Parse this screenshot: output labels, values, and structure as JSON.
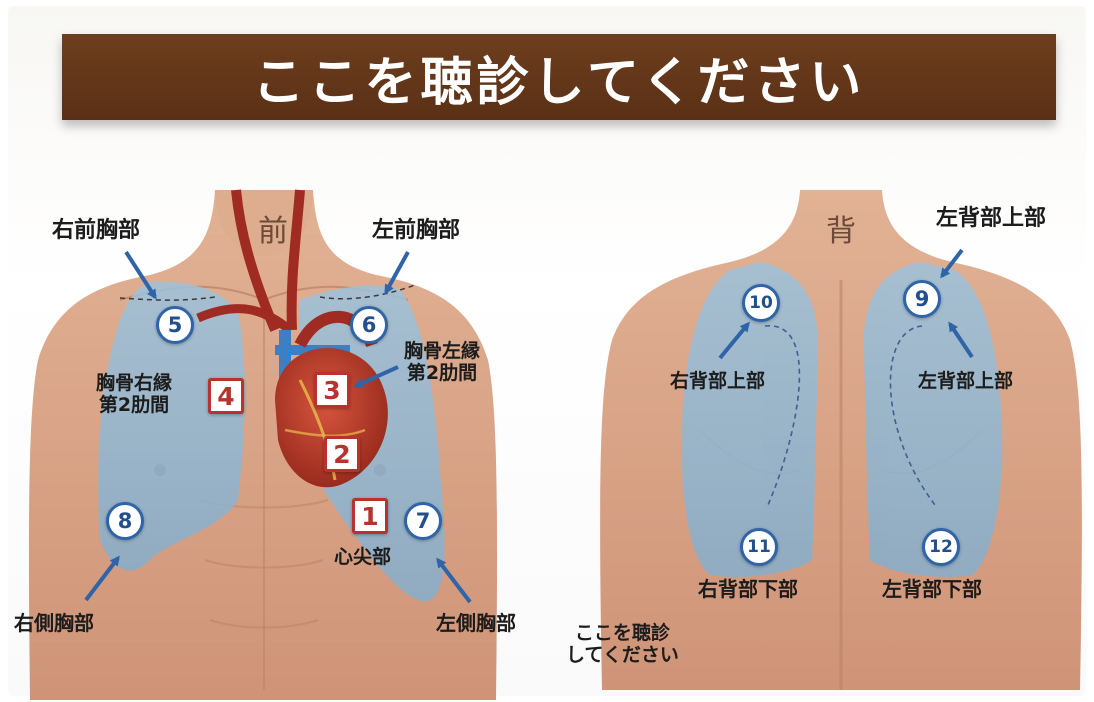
{
  "title": "ここを聴診してください",
  "views": {
    "front": "前",
    "back": "背"
  },
  "front": {
    "labels": {
      "right_anterior_chest": "右前胸部",
      "left_anterior_chest": "左前胸部",
      "right_sternal_border_1": "胸骨右縁",
      "right_sternal_border_2": "第2肋間",
      "left_sternal_border_1": "胸骨左縁",
      "left_sternal_border_2": "第2肋間",
      "apex": "心尖部",
      "right_lateral_chest": "右側胸部",
      "left_lateral_chest": "左側胸部"
    },
    "heart_points": [
      "1",
      "2",
      "3",
      "4"
    ],
    "lung_points": [
      "5",
      "6",
      "7",
      "8"
    ]
  },
  "back": {
    "labels": {
      "left_upper_back_top": "左背部上部",
      "right_upper_back": "右背部上部",
      "left_upper_back": "左背部上部",
      "right_lower_back": "右背部下部",
      "left_lower_back": "左背部下部"
    },
    "lung_points": [
      "9",
      "10",
      "11",
      "12"
    ]
  },
  "footnote": {
    "line1": "ここを聴診",
    "line2": "してください"
  },
  "colors": {
    "banner": "#5e3318",
    "skin": "#d9a488",
    "lung_overlay": "#8fb8d6",
    "heart_marker": "#b8322e",
    "lung_marker": "#2f64a8"
  }
}
